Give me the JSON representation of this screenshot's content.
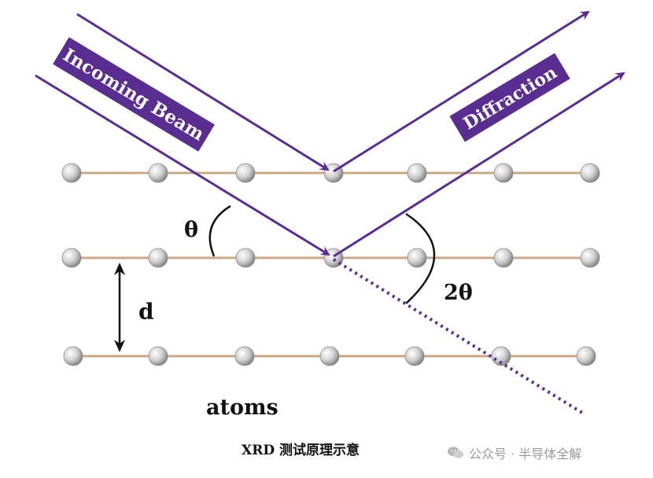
{
  "labels": {
    "incoming": "Incoming Beam",
    "diffraction": "Diffraction",
    "theta": "θ",
    "two_theta": "2θ",
    "d": "d",
    "atoms": "atoms"
  },
  "caption": "XRD 测试原理示意",
  "watermark": "公众号 · 半导体全解",
  "colors": {
    "beam": "#5a2d91",
    "label_bg": "#5a2d91",
    "label_text": "#ffffff",
    "lattice_line": "#c8a88a",
    "atom": "#c8c8c8",
    "text": "#111111",
    "watermark": "#9a9a9a"
  },
  "atom_rows": 3,
  "atoms_per_row": 7
}
